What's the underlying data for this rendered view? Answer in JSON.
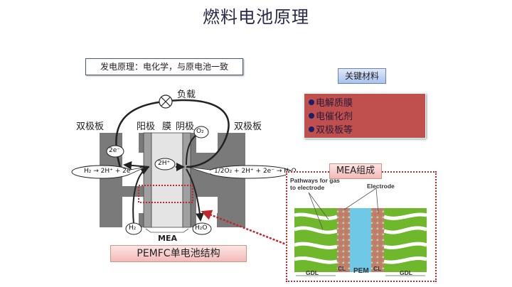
{
  "title": "燃料电池原理",
  "principle_note": "发电原理：电化学，与原电池一致",
  "key_materials": {
    "title": "关键材料",
    "items": [
      "电解质膜",
      "电催化剂",
      "双极板等"
    ],
    "box_color": "#c0504d"
  },
  "cell_diagram": {
    "load_label": "负载",
    "bipolar_left": "双极板",
    "bipolar_right": "双极板",
    "anode": "阳极",
    "membrane": "膜",
    "cathode": "阴极",
    "electrons": "2e⁻",
    "protons": "2H⁺",
    "anode_reaction": "H₂ → 2H⁺ + 2e⁻",
    "cathode_reaction": "1/2O₂ + 2H⁺ + 2e⁻ → H₂O",
    "h2_in": "H₂",
    "o2_in": "O₂",
    "h2o_out": "H₂O",
    "mea": "MEA",
    "caption": "PEMFC单电池结构"
  },
  "mea_detail": {
    "title": "MEA组成",
    "pathways": "Pathways for gas to electrode",
    "electrode": "Electrode",
    "layers": [
      "GDL",
      "CL",
      "PEM",
      "CL",
      "GDL"
    ],
    "colors": {
      "gdl": "#6fb82c",
      "pem": "#6fc9e6",
      "cl": "#b07a5a",
      "highlight": "#c0262c"
    }
  }
}
